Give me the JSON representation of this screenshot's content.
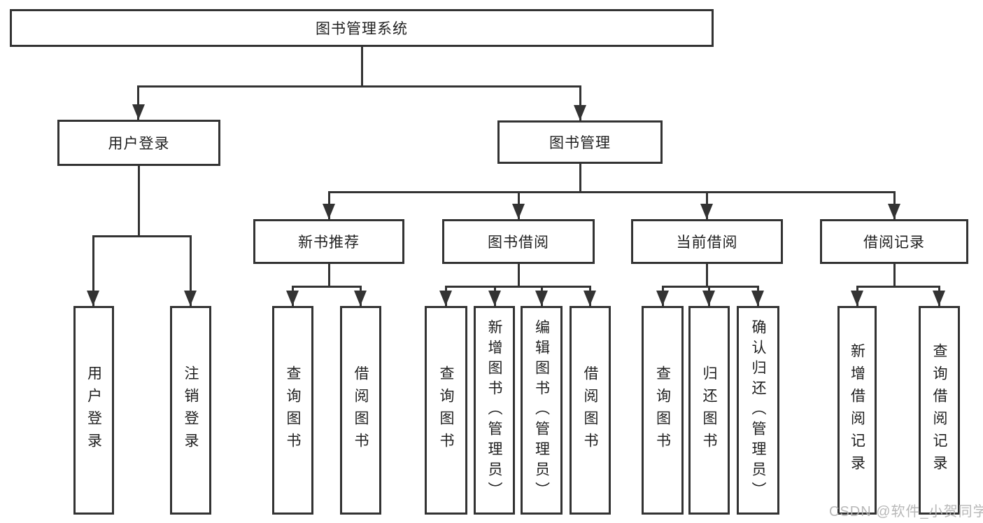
{
  "diagram": {
    "root": {
      "label": "图书管理系统"
    },
    "level2": [
      {
        "id": "user-login",
        "label": "用户登录"
      },
      {
        "id": "book-management",
        "label": "图书管理"
      }
    ],
    "level3": [
      {
        "id": "new-book-recommend",
        "label": "新书推荐"
      },
      {
        "id": "book-borrow",
        "label": "图书借阅"
      },
      {
        "id": "current-borrow",
        "label": "当前借阅"
      },
      {
        "id": "borrow-records",
        "label": "借阅记录"
      }
    ],
    "leaves": {
      "login": [
        "用户登录",
        "注销登录"
      ],
      "new_book": [
        "查询图书",
        "借阅图书"
      ],
      "book_borrow": [
        "查询图书",
        "新增图书（管理员）",
        "编辑图书（管理员）",
        "借阅图书"
      ],
      "current_borrow": [
        "查询图书",
        "归还图书",
        "确认归还（管理员）"
      ],
      "borrow_records": [
        "新增借阅记录",
        "查询借阅记录"
      ]
    },
    "watermark": "CSDN @软件_小贺同学",
    "colors": {
      "line": "#333333",
      "box_background": "#ffffff",
      "text": "#1f1f1f",
      "watermark": "#b2b2b2"
    }
  }
}
